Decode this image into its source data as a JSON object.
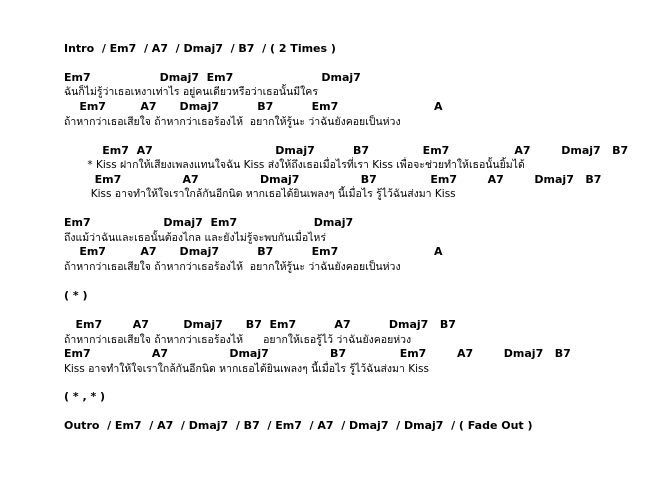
{
  "lines": [
    {
      "type": "chord",
      "text": "Intro  / Em7  / A7  / Dmaj7  / B7  / ( 2 Times )"
    },
    {
      "type": "chord",
      "text": "Em7                  Dmaj7  Em7                       Dmaj7"
    },
    {
      "type": "lyric",
      "text": "ฉันก็ไม่รู้ว่าเธอเหงาเท่าไร อยู่คนเดียวหรือว่าเธอนั้นมีใคร"
    },
    {
      "type": "chord",
      "text": "    Em7         A7      Dmaj7          B7          Em7                         A"
    },
    {
      "type": "lyric",
      "text": "ถ้าหากว่าเธอเสียใจ ถ้าหากว่าเธอร้องไห้  อยากให้รู้นะ ว่าฉันยังคอยเป็นห่วง"
    },
    {
      "type": "chord",
      "text": "          Em7  A7                                Dmaj7          B7              Em7                 A7        Dmaj7   B7"
    },
    {
      "type": "lyric",
      "text": "       * Kiss ฝากให้เสียงเพลงแทนใจฉัน Kiss ส่งให้ถึงเธอเมื่อไรที่เรา Kiss เพื่อจะช่วยทำให้เธอนั้นยิ้มได้"
    },
    {
      "type": "chord",
      "text": "        Em7                A7                Dmaj7                B7              Em7        A7        Dmaj7   B7"
    },
    {
      "type": "lyric",
      "text": "        Kiss อาจทำให้ใจเราใกล้กันอีกนิด หากเธอได้ยินเพลงๆ นี้เมื่อไร รู้ไว้ฉันส่งมา Kiss"
    },
    {
      "type": "chord",
      "text": "Em7                   Dmaj7  Em7                    Dmaj7"
    },
    {
      "type": "lyric",
      "text": "ถึงแม้ว่าฉันและเธอนั้นต้องไกล และยังไม่รู้จะพบกันเมื่อไหร่"
    },
    {
      "type": "chord",
      "text": "    Em7         A7      Dmaj7          B7          Em7                         A"
    },
    {
      "type": "lyric",
      "text": "ถ้าหากว่าเธอเสียใจ ถ้าหากว่าเธอร้องไห้  อยากให้รู้นะ ว่าฉันยังคอยเป็นห่วง"
    },
    {
      "type": "chord",
      "text": "( * )"
    },
    {
      "type": "chord",
      "text": "   Em7        A7         Dmaj7      B7  Em7          A7          Dmaj7   B7"
    },
    {
      "type": "lyric",
      "text": "ถ้าหากว่าเธอเสียใจ ถ้าหากว่าเธอร้องไห้      อยากให้เธอรู้ไว้ ว่าฉันยังคอยห่วง"
    },
    {
      "type": "chord",
      "text": "Em7                A7                Dmaj7                B7              Em7        A7        Dmaj7   B7"
    },
    {
      "type": "lyric",
      "text": "Kiss อาจทำให้ใจเราใกล้กันอีกนิด หากเธอได้ยินเพลงๆ นี้เมื่อไร รู้ไว้ฉันส่งมา Kiss"
    },
    {
      "type": "chord",
      "text": "( * , * )"
    },
    {
      "type": "chord",
      "text": "Outro  / Em7  / A7  / Dmaj7  / B7  / Em7  / A7  / Dmaj7  / Dmaj7  / ( Fade Out )"
    }
  ]
}
